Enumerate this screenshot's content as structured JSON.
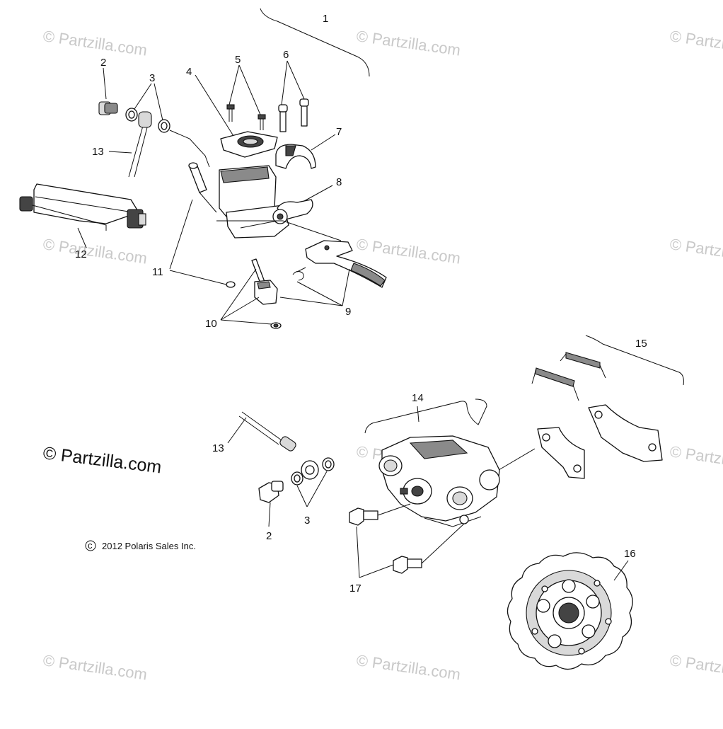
{
  "watermark": "© Partzilla.com",
  "brand_text": "© Partzilla.com",
  "copyright": "2012 Polaris Sales Inc.",
  "callouts": {
    "c1": "1",
    "c2a": "2",
    "c2b": "2",
    "c3a": "3",
    "c3b": "3",
    "c4": "4",
    "c5": "5",
    "c6": "6",
    "c7": "7",
    "c8": "8",
    "c9": "9",
    "c10": "10",
    "c11": "11",
    "c12": "12",
    "c13a": "13",
    "c13b": "13",
    "c14": "14",
    "c15": "15",
    "c16": "16",
    "c17": "17"
  }
}
